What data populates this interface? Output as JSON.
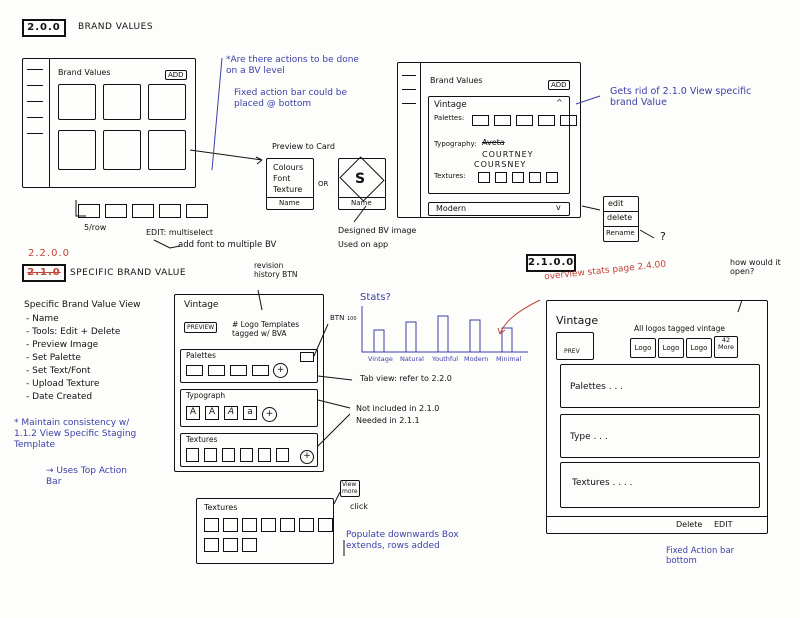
{
  "s200": {
    "tag": "2.0.0",
    "title": "BRAND VALUES",
    "panel_title": "Brand Values",
    "add": "ADD",
    "per_row": "5/row",
    "note_actions": "*Are there actions to be done on a BV level",
    "note_fixed": "Fixed action bar could be placed @ bottom",
    "edit_note": "EDIT: multiselect",
    "add_font_note": "add font to multiple BV",
    "preview_card_label": "Preview to Card",
    "card_lines": [
      "Colours",
      "Font",
      "Texture"
    ],
    "card_name": "Name",
    "or": "OR",
    "designed": "Designed BV image",
    "used": "Used on app"
  },
  "s210": {
    "panel_title": "Brand Values",
    "add": "ADD",
    "vintage": "Vintage",
    "palettes": "Palettes:",
    "typography": "Typography:",
    "font1": "Aveta",
    "font2": "COURTNEY",
    "font3": "COURSNEY",
    "textures": "Textures:",
    "modern": "Modern",
    "note": "Gets rid of 2.1.0 View specific brand Value",
    "menu": [
      "edit",
      "delete",
      "Rename"
    ],
    "q": "?"
  },
  "s2200": {
    "old_tag": "2.1.0",
    "new_tag": "2.2.0.0",
    "title": "SPECIFIC BRAND VALUE",
    "heading": "Specific Brand Value View",
    "list": [
      "- Name",
      "- Tools: Edit + Delete",
      "- Preview Image",
      "- Set Palette",
      "- Set Text/Font",
      "- Upload Texture",
      "- Date Created"
    ],
    "maintain": "* Maintain consistency w/ 1.1.2 View Specific Staging Template",
    "uses": "→ Uses Top Action Bar"
  },
  "mock": {
    "revision": "revision history BTN",
    "vintage": "Vintage",
    "preview": "PREVIEW",
    "logo_note": "# Logo Templates tagged w/ BVA",
    "btn": "BTN",
    "palettes": "Palettes",
    "typograph": "Typograph",
    "textures": "Textures",
    "tab_note": "Tab view: refer to 2.2.0",
    "not_included": "Not included in 2.1.0",
    "needed": "Needed in 2.1.1",
    "view_more": "View more",
    "click": "click",
    "textures2": "Textures",
    "populate": "Populate downwards Box extends, rows added"
  },
  "chart": {
    "title": "Stats?",
    "labels": [
      "Vintage",
      "Natural",
      "Youthful",
      "Modern",
      "Minimal"
    ],
    "ytick": "100"
  },
  "s2100": {
    "tag": "2.1.0.0",
    "overview": "overview stats page 2.4.00",
    "how": "how would it open?",
    "vintage": "Vintage",
    "prev": "PREV",
    "all_logos": "All logos tagged vintage",
    "logos": [
      "Logo",
      "Logo",
      "Logo"
    ],
    "more": "42 More",
    "palettes": "Palettes . . .",
    "type": "Type . . .",
    "textures": "Textures . . . .",
    "delete": "Delete",
    "edit": "EDIT",
    "fixed": "Fixed Action bar bottom"
  }
}
